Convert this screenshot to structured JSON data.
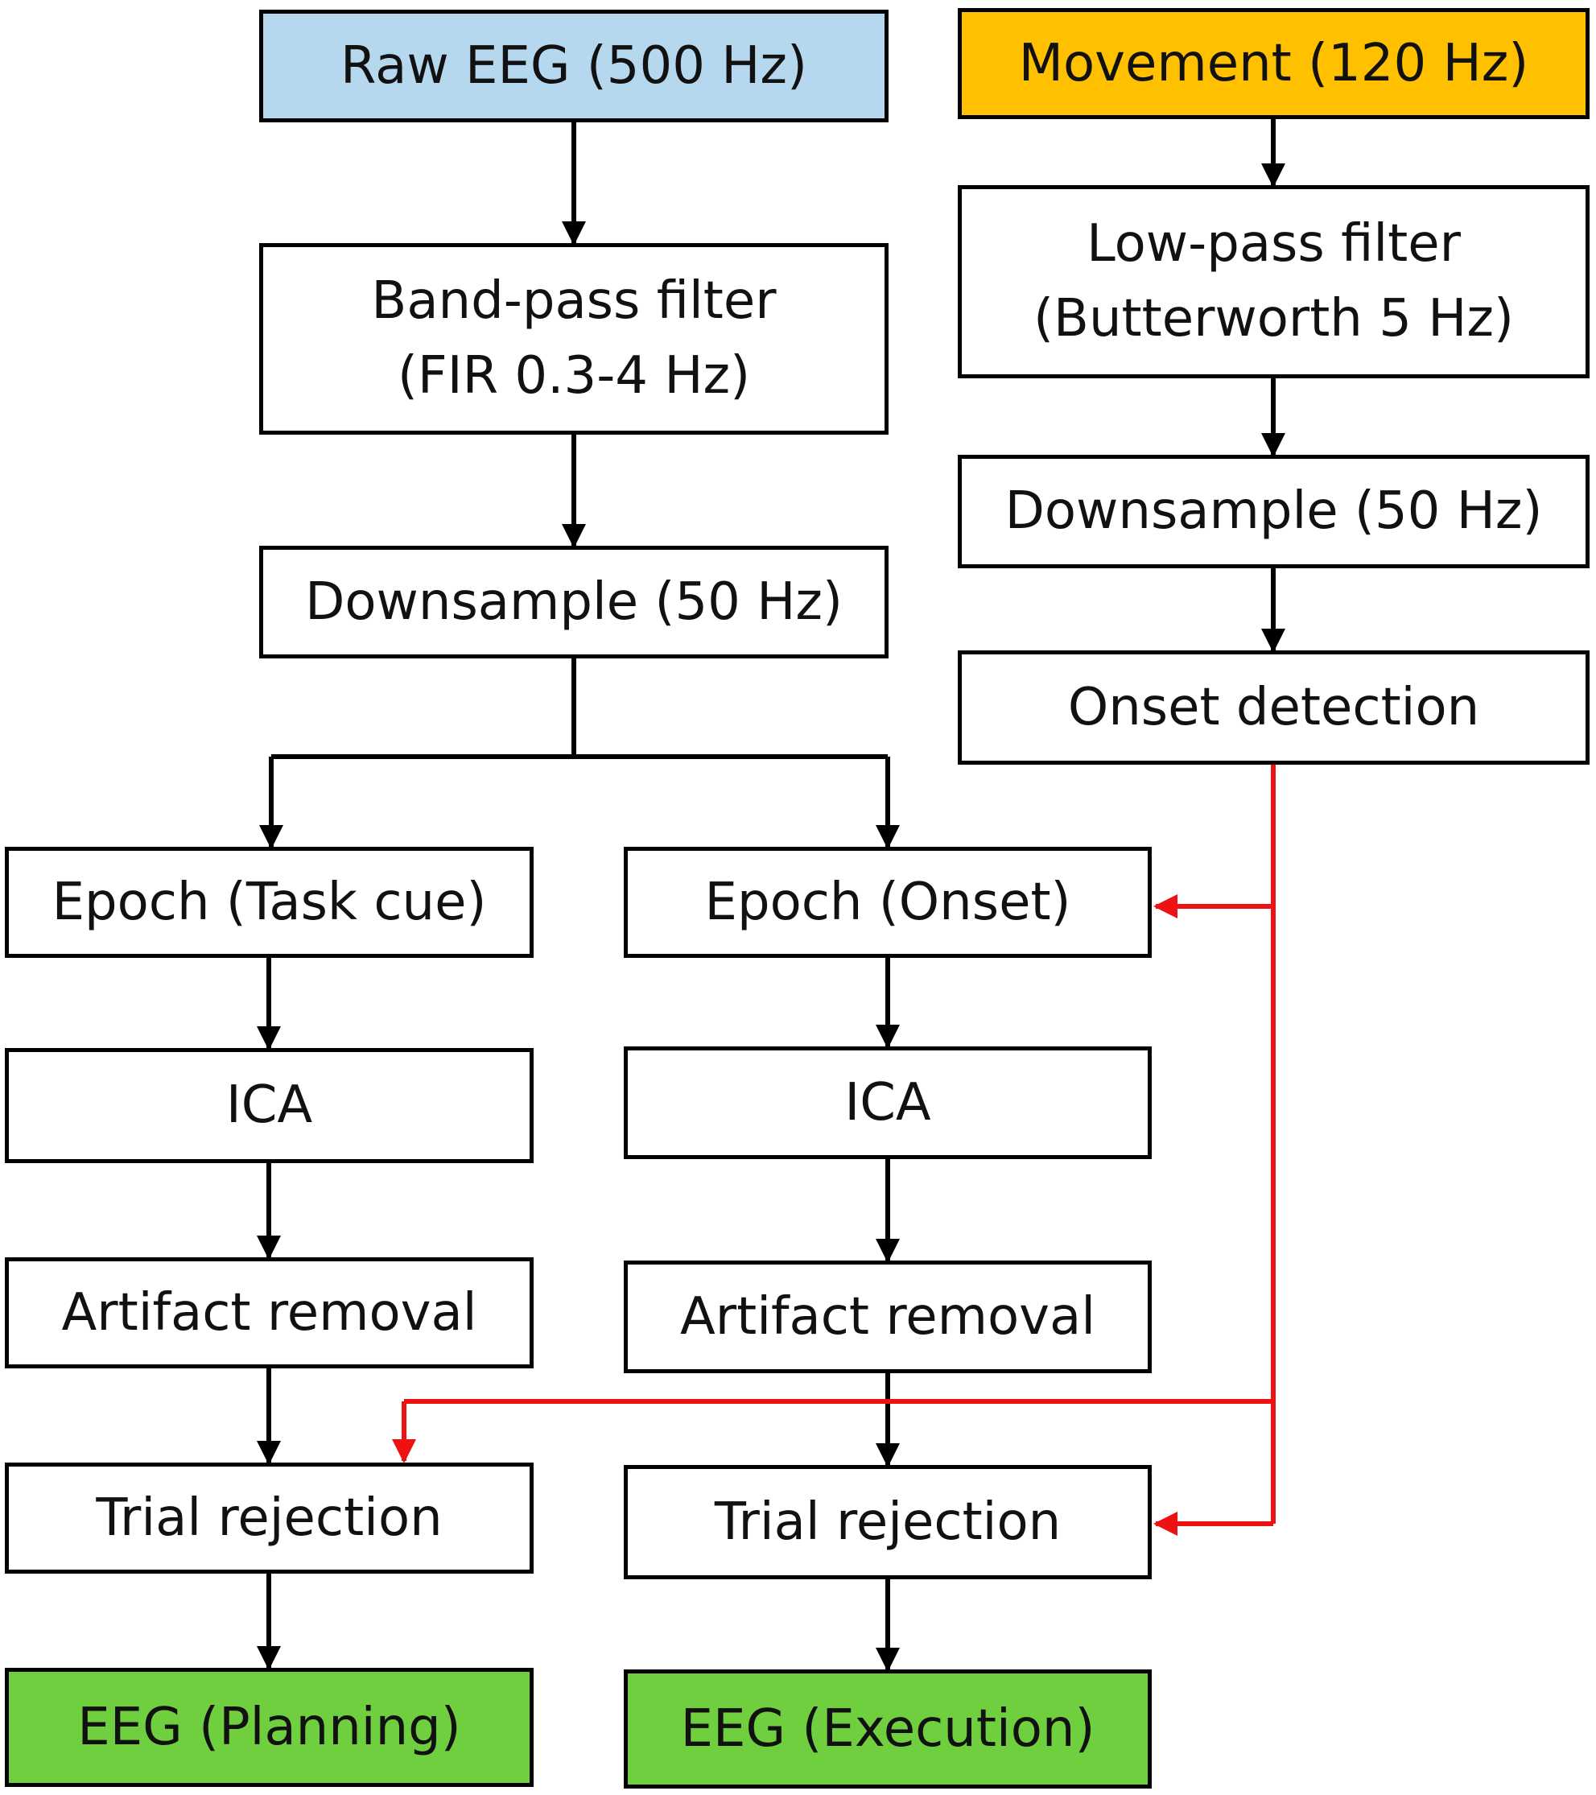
{
  "colors": {
    "raw_eeg_fill": "#B6D8EE",
    "movement_fill": "#FFC000",
    "output_fill": "#6FCF3F",
    "default_fill": "#FFFFFF",
    "arrow_black": "#000000",
    "arrow_red": "#EE1111"
  },
  "nodes": {
    "raw_eeg": "Raw EEG (500 Hz)",
    "bandpass": "Band-pass filter\n(FIR 0.3-4 Hz)",
    "eeg_downsample": "Downsample (50 Hz)",
    "movement": "Movement (120 Hz)",
    "lowpass": "Low-pass filter\n(Butterworth 5 Hz)",
    "mov_downsample": "Downsample (50 Hz)",
    "onset_detection": "Onset detection",
    "epoch_task": "Epoch (Task cue)",
    "ica_left": "ICA",
    "artifact_left": "Artifact removal",
    "trial_left": "Trial rejection",
    "eeg_planning": "EEG (Planning)",
    "epoch_onset": "Epoch (Onset)",
    "ica_right": "ICA",
    "artifact_right": "Artifact removal",
    "trial_right": "Trial rejection",
    "eeg_execution": "EEG (Execution)"
  }
}
